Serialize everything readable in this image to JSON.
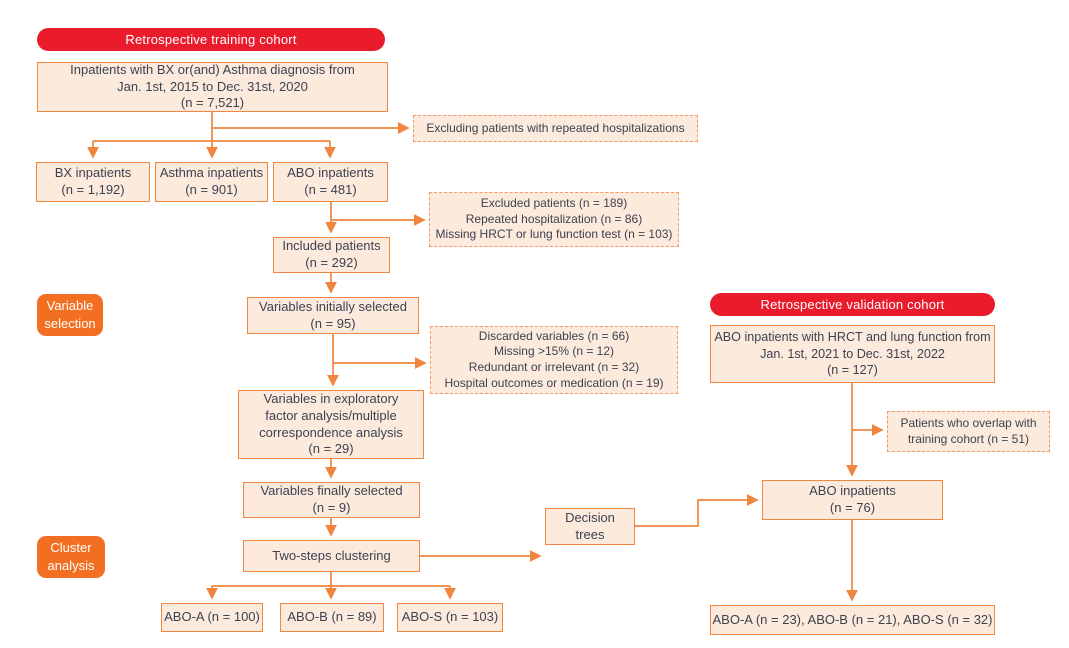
{
  "colors": {
    "header_red": "#ea1c2c",
    "stage_orange": "#f26f21",
    "box_border_orange": "#f0863f",
    "dashed_border_orange": "#f29a62",
    "box_fill_peach": "#fcebdd",
    "arrow_orange": "#f0853f",
    "text_dark": "#3d4150",
    "text_white": "#ffffff"
  },
  "headers": {
    "training": "Retrospective training cohort",
    "validation": "Retrospective validation cohort"
  },
  "stages": {
    "variable_selection": {
      "line1": "Variable",
      "line2": "selection"
    },
    "cluster_analysis": {
      "line1": "Cluster",
      "line2": "analysis"
    }
  },
  "nodes": {
    "training_source": {
      "lines": [
        "Inpatients with BX or(and) Asthma diagnosis from",
        "Jan. 1st, 2015 to Dec. 31st, 2020",
        "(n = 7,521)"
      ]
    },
    "excluding_repeated": {
      "lines": [
        "Excluding patients with repeated hospitalizations"
      ]
    },
    "bx_inpatients": {
      "lines": [
        "BX inpatients",
        "(n = 1,192)"
      ]
    },
    "asthma_inpatients": {
      "lines": [
        "Asthma inpatients",
        "(n = 901)"
      ]
    },
    "abo_inpatients": {
      "lines": [
        "ABO inpatients",
        "(n = 481)"
      ]
    },
    "excluded_patients": {
      "lines": [
        "Excluded patients (n = 189)",
        "Repeated hospitalization (n = 86)",
        "Missing HRCT or lung function test (n = 103)"
      ]
    },
    "included_patients": {
      "lines": [
        "Included patients",
        "(n = 292)"
      ]
    },
    "variables_initially_selected": {
      "lines": [
        "Variables initially selected",
        "(n = 95)"
      ]
    },
    "discarded_variables": {
      "lines": [
        "Discarded variables (n = 66)",
        "Missing >15% (n = 12)",
        "Redundant or irrelevant (n = 32)",
        "Hospital outcomes or medication (n = 19)"
      ]
    },
    "variables_factor_analysis": {
      "lines": [
        "Variables in exploratory",
        "factor analysis/multiple",
        "correspondence analysis",
        "(n = 29)"
      ]
    },
    "variables_finally_selected": {
      "lines": [
        "Variables finally selected",
        "(n = 9)"
      ]
    },
    "two_steps_clustering": {
      "lines": [
        "Two-steps clustering"
      ]
    },
    "abo_a": {
      "lines": [
        "ABO-A (n = 100)"
      ]
    },
    "abo_b": {
      "lines": [
        "ABO-B (n = 89)"
      ]
    },
    "abo_s": {
      "lines": [
        "ABO-S (n = 103)"
      ]
    },
    "decision_trees": {
      "lines": [
        "Decision",
        "trees"
      ]
    },
    "validation_source": {
      "lines": [
        "ABO inpatients with HRCT and lung function from",
        "Jan. 1st, 2021 to Dec. 31st, 2022",
        "(n = 127)"
      ]
    },
    "overlap_patients": {
      "lines": [
        "Patients who overlap with",
        "training cohort (n = 51)"
      ]
    },
    "abo_inpatients_validation": {
      "lines": [
        "ABO inpatients",
        "(n = 76)"
      ]
    },
    "validation_clusters": {
      "lines": [
        "ABO-A (n = 23), ABO-B (n = 21), ABO-S (n = 32)"
      ]
    }
  }
}
